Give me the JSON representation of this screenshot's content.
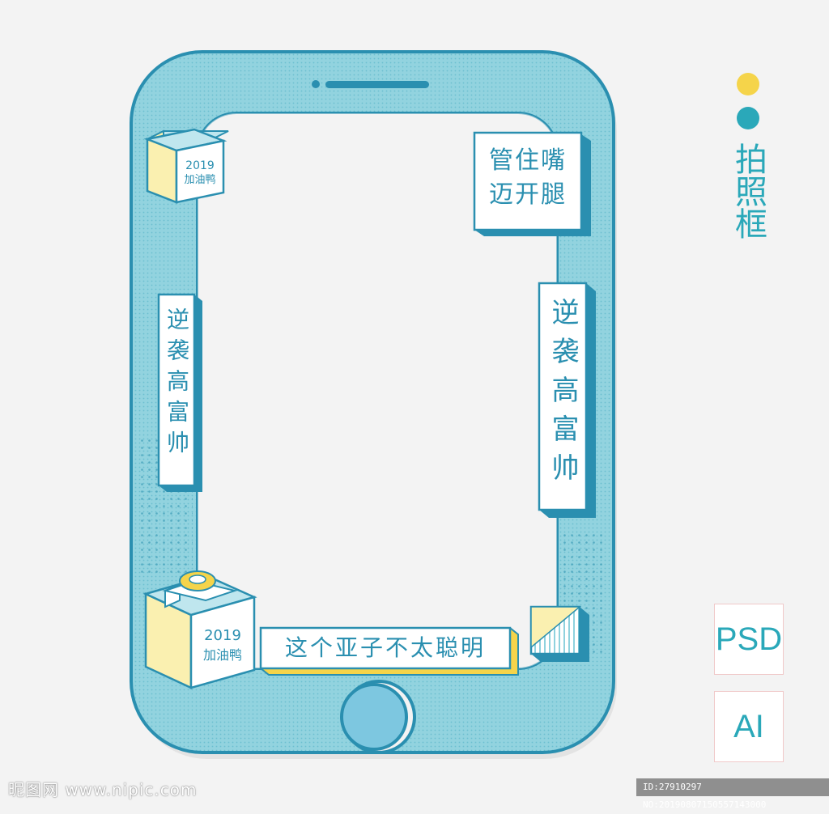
{
  "colors": {
    "background": "#f3f3f3",
    "phone_body": "#8fd2de",
    "outline": "#2a8fb0",
    "teal_text": "#2aa8b9",
    "yellow": "#f5d44a",
    "cream": "#faf0b0",
    "white": "#ffffff"
  },
  "icons": {
    "dot_yellow": "yellow-dot",
    "dot_teal": "teal-dot",
    "camera": "camera-icon",
    "home": "home-button-icon"
  },
  "side": {
    "title": "拍照框",
    "tags": [
      "PSD",
      "AI"
    ]
  },
  "frame": {
    "cube_top_line1": "2019",
    "cube_top_line2": "加油鸭",
    "cube_bottom_line1": "2019",
    "cube_bottom_line2": "加油鸭",
    "sign_top_right_line1": "管住嘴",
    "sign_top_right_line2": "迈开腿",
    "sign_left": "逆袭高富帅",
    "sign_right": "逆袭高富帅",
    "sign_bottom": "这个亚子不太聪明"
  },
  "watermark": {
    "left": "昵图网 www.nipic.com",
    "right": "ID:27910297 NO:20190807150557143000"
  }
}
